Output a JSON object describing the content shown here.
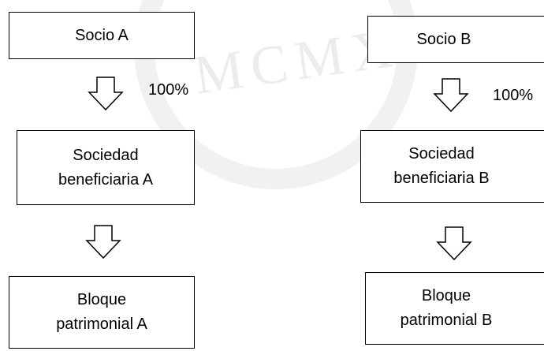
{
  "watermark": {
    "text": "MCMXVII"
  },
  "left_column": {
    "partner": "Socio A",
    "ownership": "100%",
    "company_line1": "Sociedad",
    "company_line2": "beneficiaria A",
    "block_line1": "Bloque",
    "block_line2": "patrimonial A"
  },
  "right_column": {
    "partner": "Socio B",
    "ownership": "100%",
    "company_line1": "Sociedad",
    "company_line2": "beneficiaria B",
    "block_line1": "Bloque",
    "block_line2": "patrimonial B"
  }
}
